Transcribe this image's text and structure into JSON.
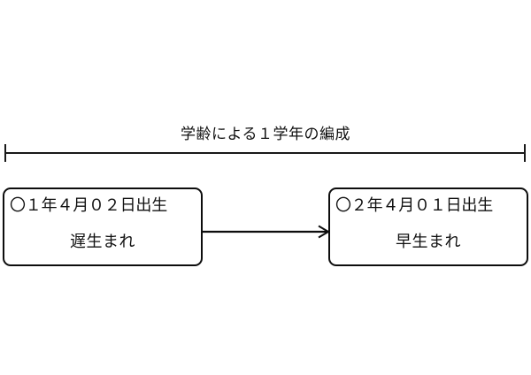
{
  "diagram": {
    "title_label": "学齢による１学年の編成",
    "span": {
      "left_tick": "range-start-tick",
      "right_tick": "range-end-tick"
    },
    "nodes": [
      {
        "id": "late-born",
        "primary": "〇１年４月０２日出生",
        "secondary": "遅生まれ"
      },
      {
        "id": "early-born",
        "primary": "〇２年４月０１日出生",
        "secondary": "早生まれ"
      }
    ],
    "connector": {
      "direction": "right",
      "style": "solid-arrow"
    },
    "colors": {
      "background": "#ffffff",
      "stroke": "#0d0d0d",
      "text": "#111111"
    }
  }
}
